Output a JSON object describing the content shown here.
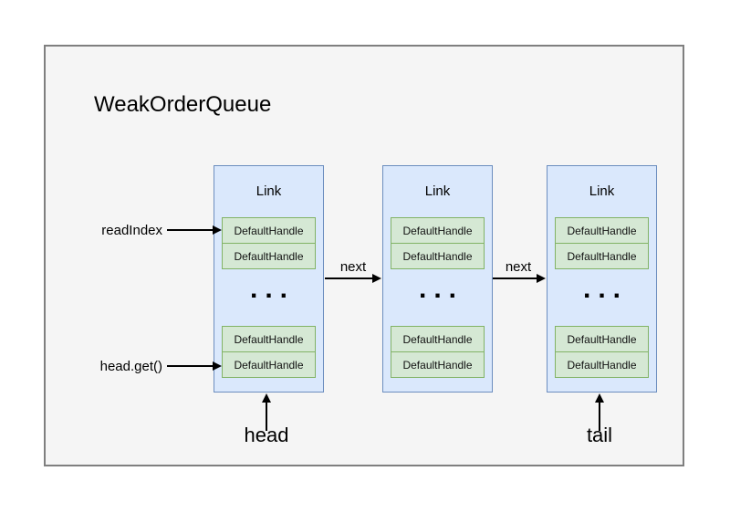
{
  "frame": {
    "title": "WeakOrderQueue"
  },
  "links": [
    {
      "title": "Link",
      "ellipsis": "...",
      "cells": [
        "DefaultHandle",
        "DefaultHandle",
        "DefaultHandle",
        "DefaultHandle"
      ]
    },
    {
      "title": "Link",
      "ellipsis": "...",
      "cells": [
        "DefaultHandle",
        "DefaultHandle",
        "DefaultHandle",
        "DefaultHandle"
      ]
    },
    {
      "title": "Link",
      "ellipsis": "...",
      "cells": [
        "DefaultHandle",
        "DefaultHandle",
        "DefaultHandle",
        "DefaultHandle"
      ]
    }
  ],
  "labels": {
    "read_index": "readIndex",
    "head_get": "head.get()",
    "next_1": "next",
    "next_2": "next",
    "head": "head",
    "tail": "tail"
  },
  "colors": {
    "frame_fill": "#f5f5f5",
    "frame_border": "#7f7f7f",
    "link_fill": "#dae8fc",
    "link_border": "#6c8ebf",
    "cell_fill": "#d5e8d4",
    "cell_border": "#82b366",
    "arrow": "#000000",
    "page_bg": "#ffffff"
  }
}
